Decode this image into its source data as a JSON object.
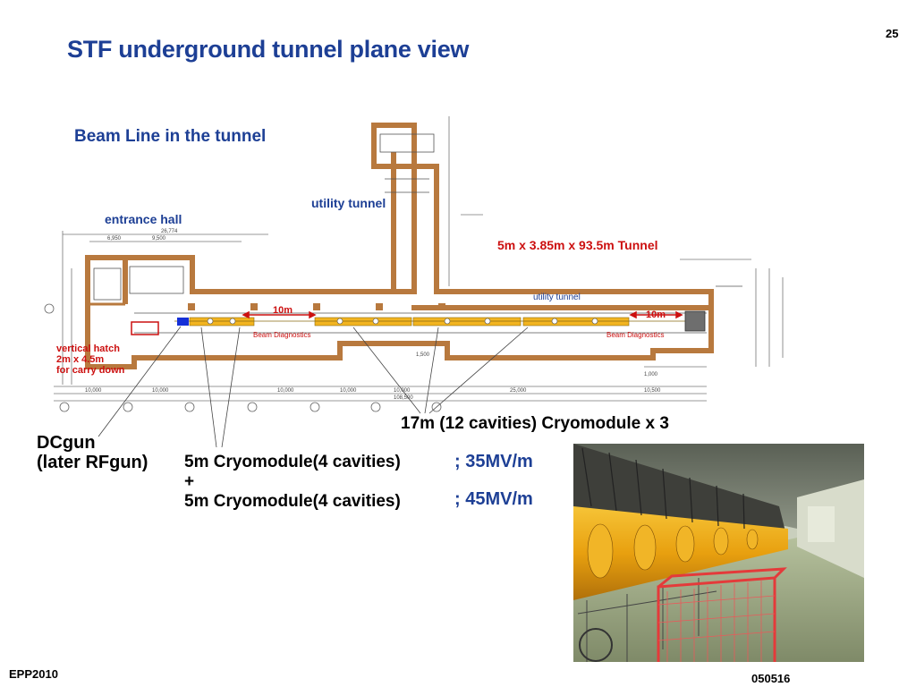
{
  "page": {
    "title": "STF underground tunnel plane view",
    "page_number": "25",
    "footer_left": "EPP2010",
    "footer_right": "050516"
  },
  "diagram": {
    "beam_line_label": "Beam Line in the tunnel",
    "utility_tunnel_upper": "utility tunnel",
    "entrance_hall": "entrance hall",
    "tunnel_dims": "5m x 3.85m x 93.5m Tunnel",
    "utility_tunnel_inner": "utility tunnel",
    "ten_m_left": "10m",
    "ten_m_right": "10m",
    "beam_diag_left": "Beam Diagnostics",
    "beam_diag_right": "Beam Diagnostics",
    "vertical_hatch_line1": "vertical hatch",
    "vertical_hatch_line2": "2m x 4.5m",
    "vertical_hatch_line3": "for carry down",
    "cryomodule_17m": "17m (12 cavities) Cryomodule  x  3",
    "dcgun_line1": "DCgun",
    "dcgun_line2": "(later RFgun)",
    "cryo5m_a": "5m Cryomodule(4 cavities)",
    "plus": "+",
    "cryo5m_b": "5m Cryomodule(4 cavities)",
    "field_35": "; 35MV/m",
    "field_45": "; 45MV/m"
  },
  "colors": {
    "wall": "#b8793e",
    "title_blue": "#1d3f95",
    "label_red": "#cc1010",
    "cryomodule_yellow": "#f2b420",
    "dcgun_blue": "#1530d8"
  }
}
